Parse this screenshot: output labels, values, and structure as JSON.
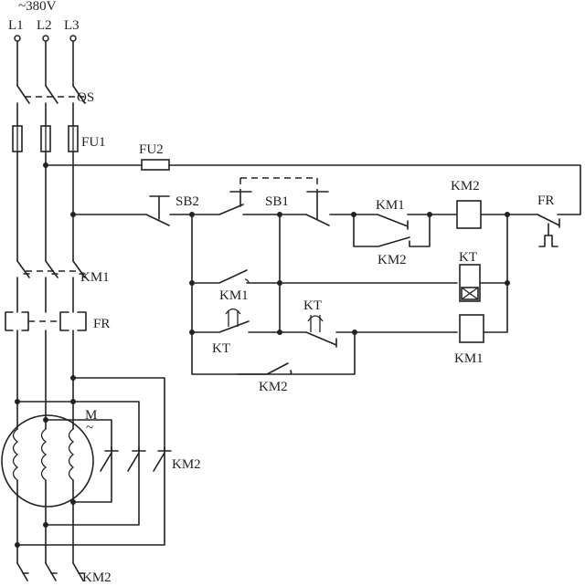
{
  "supply": {
    "voltage": "~380V",
    "phases": [
      "L1",
      "L2",
      "L3"
    ]
  },
  "labels": {
    "qs": "QS",
    "fu1": "FU1",
    "fu2": "FU2",
    "km1_main": "KM1",
    "fr_main": "FR",
    "motor": "M",
    "motor_sub": "~",
    "km2_main_upper": "KM2",
    "km2_main_lower": "KM2",
    "sb2": "SB2",
    "sb1": "SB1",
    "km1_nc": "KM1",
    "km2_coil": "KM2",
    "fr_ctrl": "FR",
    "km2_nc": "KM2",
    "kt_coil": "KT",
    "km1_hold": "KM1",
    "kt_timer_contact": "KT",
    "kt_inst": "KT",
    "km1_coil": "KM1",
    "km2_nc_bottom": "KM2"
  }
}
